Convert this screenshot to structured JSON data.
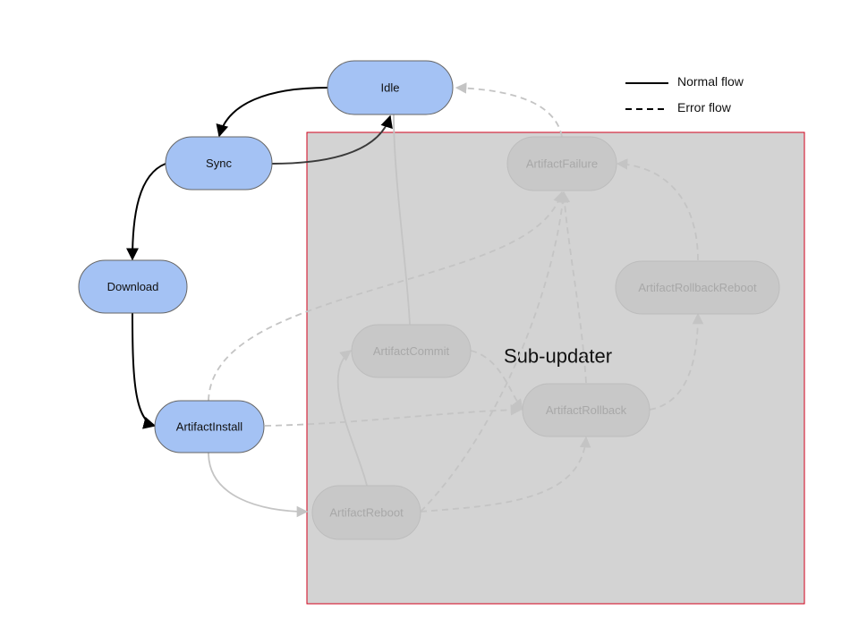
{
  "diagram": {
    "region": {
      "label": "Sub-updater",
      "fill": "#d3d3d3",
      "border": "#d0021b"
    },
    "legend": {
      "normal": "Normal flow",
      "error": "Error flow"
    },
    "colors": {
      "active_fill": "#a4c2f4",
      "active_stroke": "#666666",
      "inactive_fill": "#c8c8c8",
      "inactive_text": "#a8a8a8",
      "normal_edge": "#000000",
      "faded_edge": "#c4c4c4"
    },
    "nodes": [
      {
        "id": "idle",
        "label": "Idle",
        "active": true
      },
      {
        "id": "sync",
        "label": "Sync",
        "active": true
      },
      {
        "id": "download",
        "label": "Download",
        "active": true
      },
      {
        "id": "artifact-install",
        "label": "ArtifactInstall",
        "active": true
      },
      {
        "id": "artifact-failure",
        "label": "ArtifactFailure",
        "active": false
      },
      {
        "id": "artifact-rollback-reboot",
        "label": "ArtifactRollbackReboot",
        "active": false
      },
      {
        "id": "artifact-commit",
        "label": "ArtifactCommit",
        "active": false
      },
      {
        "id": "artifact-rollback",
        "label": "ArtifactRollback",
        "active": false
      },
      {
        "id": "artifact-reboot",
        "label": "ArtifactReboot",
        "active": false
      }
    ],
    "edges": [
      {
        "from": "idle",
        "to": "sync",
        "style": "normal"
      },
      {
        "from": "sync",
        "to": "idle",
        "style": "normal"
      },
      {
        "from": "sync",
        "to": "download",
        "style": "normal"
      },
      {
        "from": "download",
        "to": "artifact-install",
        "style": "normal"
      },
      {
        "from": "artifact-install",
        "to": "artifact-reboot",
        "style": "faded"
      },
      {
        "from": "artifact-reboot",
        "to": "artifact-commit",
        "style": "faded"
      },
      {
        "from": "artifact-commit",
        "to": "idle",
        "style": "faded"
      },
      {
        "from": "artifact-failure",
        "to": "idle",
        "style": "error"
      },
      {
        "from": "artifact-install",
        "to": "artifact-failure",
        "style": "error"
      },
      {
        "from": "artifact-install",
        "to": "artifact-rollback",
        "style": "error"
      },
      {
        "from": "artifact-commit",
        "to": "artifact-rollback",
        "style": "error"
      },
      {
        "from": "artifact-reboot",
        "to": "artifact-failure",
        "style": "error"
      },
      {
        "from": "artifact-reboot",
        "to": "artifact-rollback",
        "style": "error"
      },
      {
        "from": "artifact-rollback",
        "to": "artifact-failure",
        "style": "error"
      },
      {
        "from": "artifact-rollback",
        "to": "artifact-rollback-reboot",
        "style": "error"
      },
      {
        "from": "artifact-rollback-reboot",
        "to": "artifact-failure",
        "style": "error"
      }
    ]
  }
}
